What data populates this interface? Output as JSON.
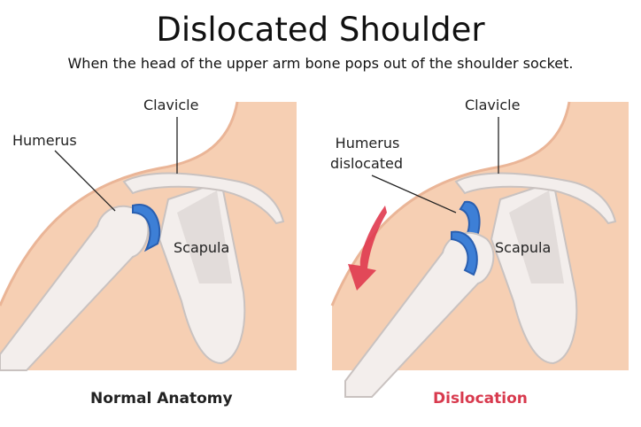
{
  "title": "Dislocated Shoulder",
  "subtitle": "When the head of the upper arm bone pops out of the shoulder socket.",
  "left_panel": {
    "clavicle": "Clavicle",
    "humerus": "Humerus",
    "scapula": "Scapula",
    "caption": "Normal Anatomy"
  },
  "right_panel": {
    "clavicle": "Clavicle",
    "humerus_line1": "Humerus",
    "humerus_line2": "dislocated",
    "scapula": "Scapula",
    "caption": "Dislocation"
  },
  "colors": {
    "skin": "#f6cfb3",
    "bone": "#f3eeec",
    "cartilage": "#3d7fd6",
    "arrow": "#e0384e",
    "caption_red": "#d83a4e"
  }
}
